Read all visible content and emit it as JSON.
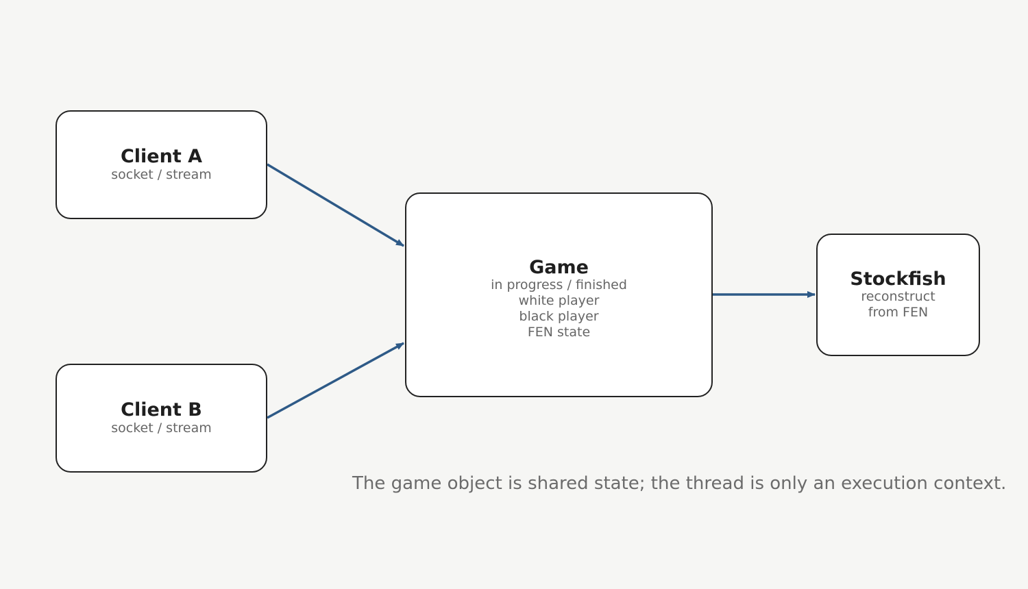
{
  "nodes": {
    "client_a": {
      "title": "Client A",
      "lines": [
        "socket / stream"
      ]
    },
    "client_b": {
      "title": "Client B",
      "lines": [
        "socket / stream"
      ]
    },
    "game": {
      "title": "Game",
      "lines": [
        "in progress / finished",
        "white player",
        "black player",
        "FEN state"
      ]
    },
    "stockfish": {
      "title": "Stockfish",
      "lines": [
        "reconstruct",
        "from FEN"
      ]
    }
  },
  "edges": [
    {
      "from": "Client A",
      "to": "Game"
    },
    {
      "from": "Client B",
      "to": "Game"
    },
    {
      "from": "Game",
      "to": "Stockfish"
    }
  ],
  "caption": "The game object is shared state; the thread is only an execution context.",
  "colors": {
    "background": "#f6f6f4",
    "edge": "#2e5a87",
    "node_border": "#222222",
    "node_fill": "#ffffff"
  }
}
